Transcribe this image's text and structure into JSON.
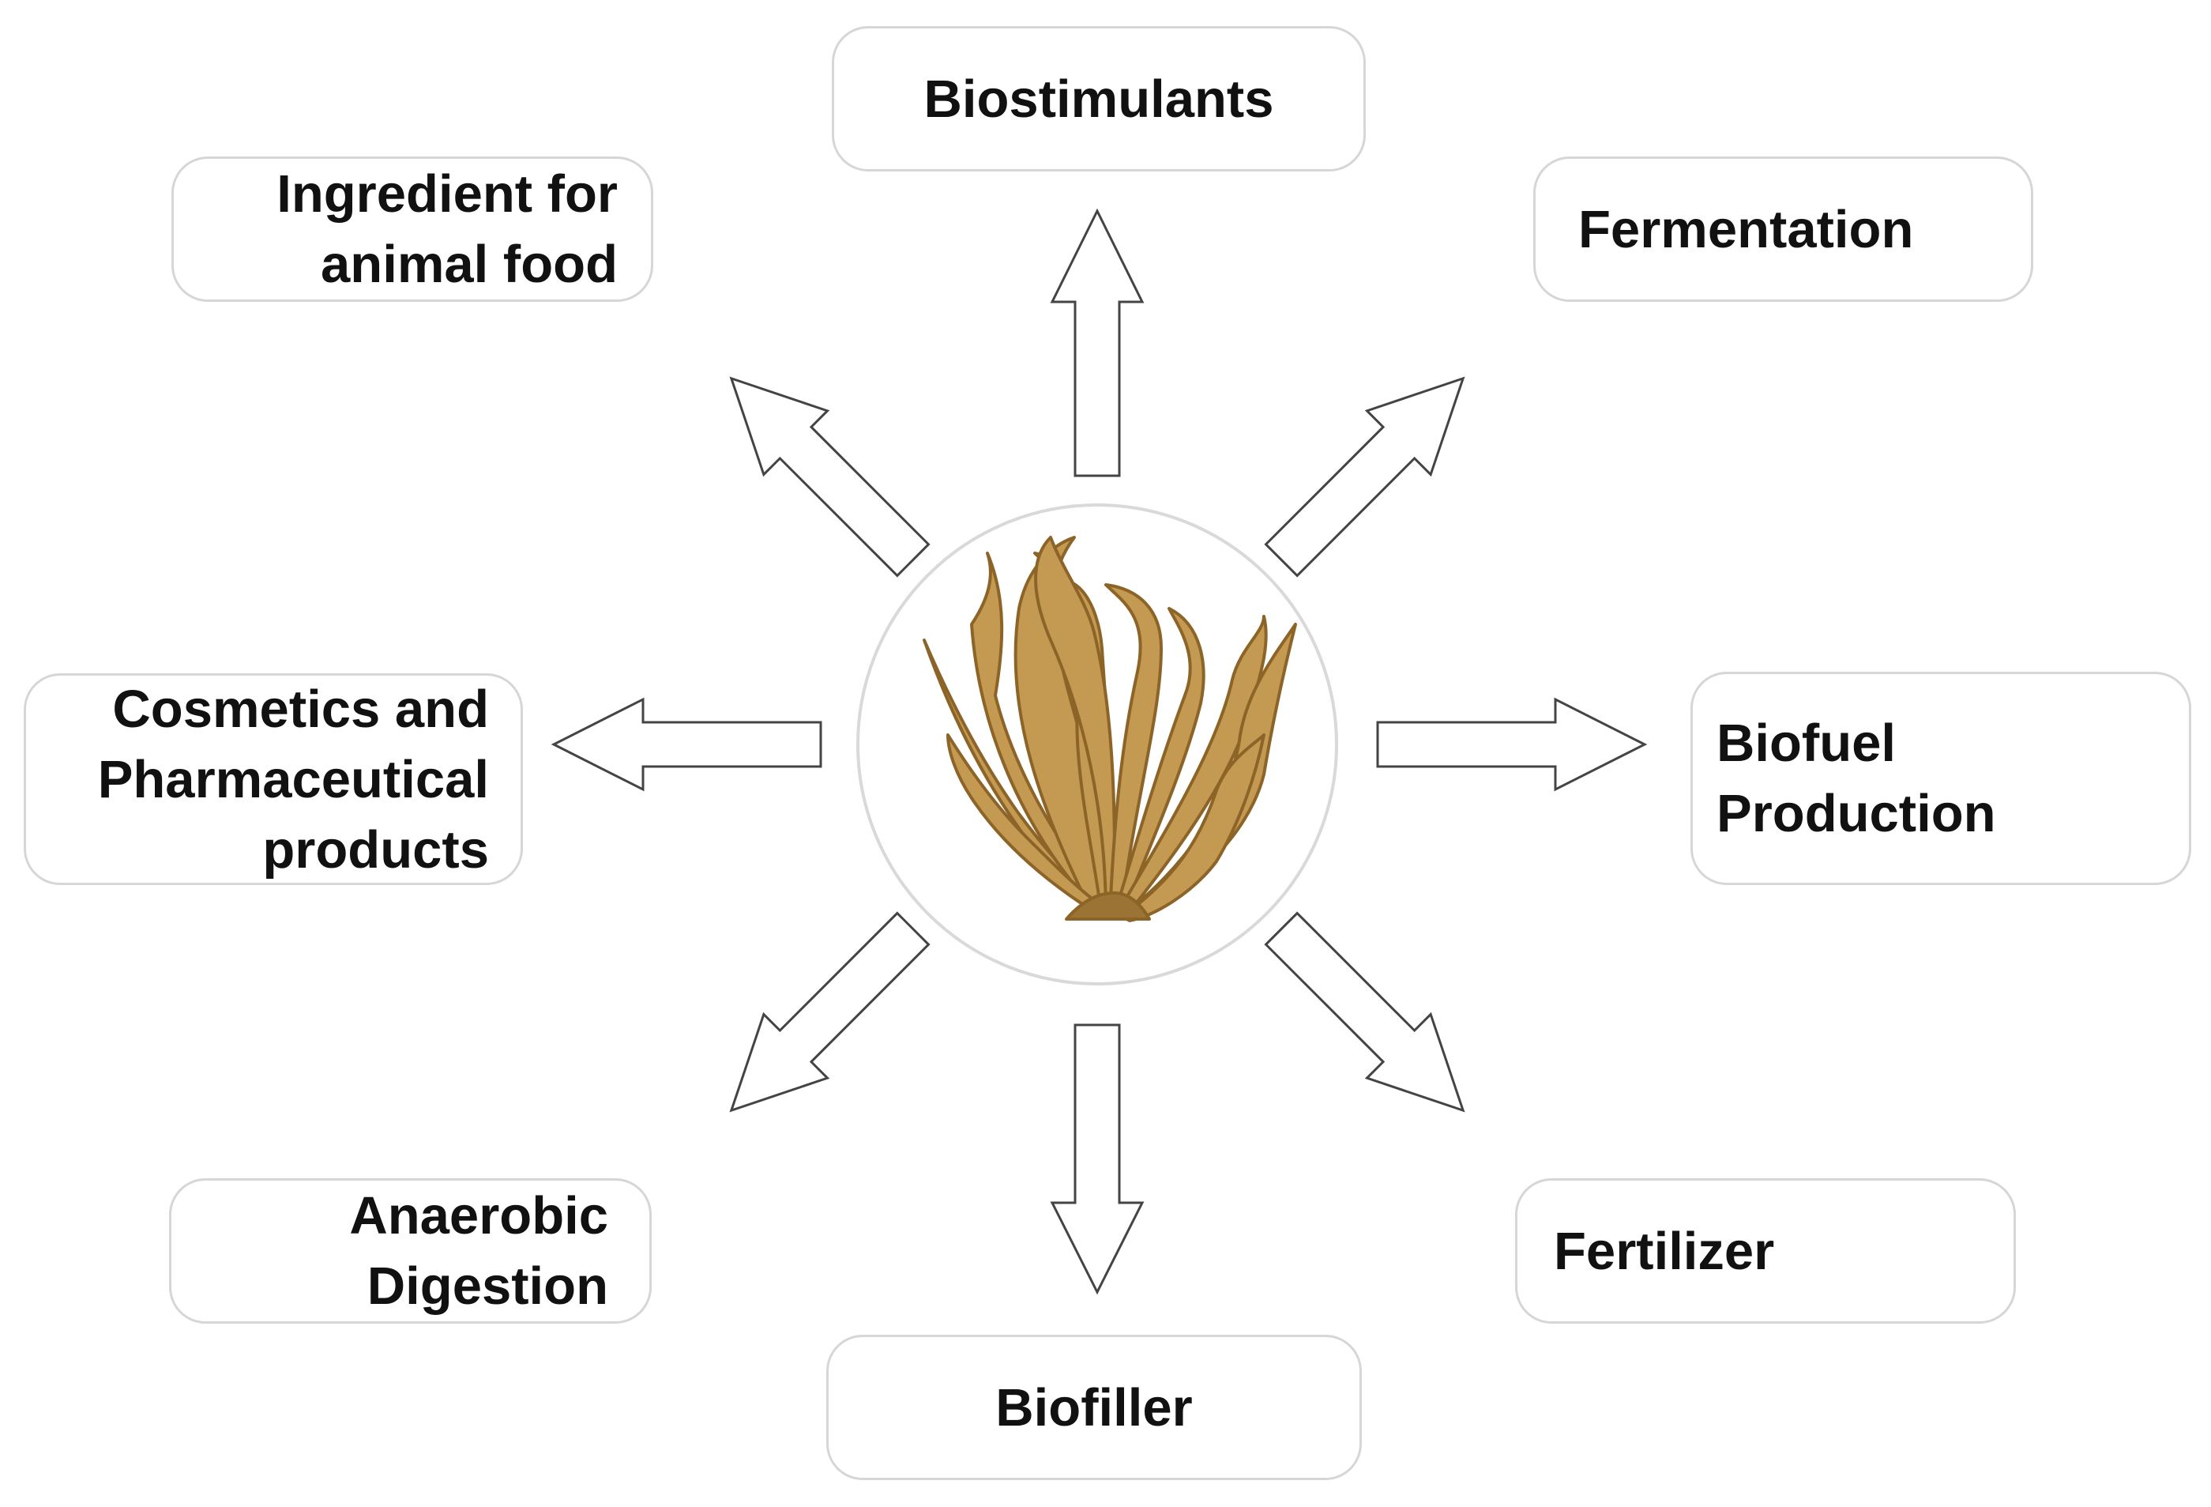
{
  "diagram": {
    "center": {
      "icon": "seaweed-icon"
    },
    "outputs": [
      {
        "id": "biostimulants",
        "lines": [
          "Biostimulants"
        ]
      },
      {
        "id": "animal-food",
        "lines": [
          "Ingredient for",
          "animal food"
        ]
      },
      {
        "id": "fermentation",
        "lines": [
          "Fermentation"
        ]
      },
      {
        "id": "cosmetics",
        "lines": [
          "Cosmetics and",
          "Pharmaceutical",
          "products"
        ]
      },
      {
        "id": "biofuel",
        "lines": [
          "Biofuel",
          "Production"
        ]
      },
      {
        "id": "anaerobic",
        "lines": [
          "Anaerobic",
          "Digestion"
        ]
      },
      {
        "id": "biofiller",
        "lines": [
          "Biofiller"
        ]
      },
      {
        "id": "fertilizer",
        "lines": [
          "Fertilizer"
        ]
      }
    ],
    "colors": {
      "box_border": "#d6d6d6",
      "arrow_stroke": "#444444",
      "circle_border": "#d9d9d9",
      "seaweed": "#c49a52",
      "seaweed_dark": "#8c6428",
      "text": "#111111"
    }
  }
}
